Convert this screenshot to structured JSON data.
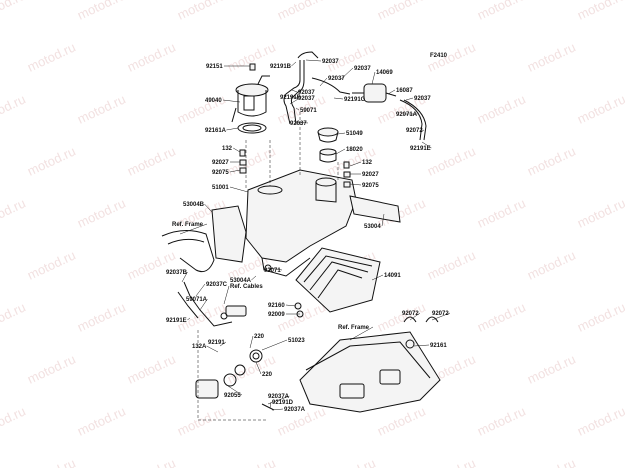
{
  "diagram_code": "F2410",
  "watermark_text": "motod.ru",
  "labels": [
    "92151",
    "92191B",
    "92037",
    "92037",
    "92037",
    "14069",
    "49040",
    "92037",
    "92037",
    "92191F",
    "92191G",
    "59071",
    "16087",
    "92037",
    "92161A",
    "92037",
    "51049",
    "92071A",
    "92072",
    "132",
    "18020",
    "92191E",
    "92027",
    "132",
    "92075",
    "92027",
    "51001",
    "92075",
    "53004B",
    "53004",
    "Ref. Frame",
    "92071",
    "14091",
    "53004A",
    "92037B",
    "92037C",
    "Ref. Cables",
    "59071A",
    "92160",
    "92009",
    "92191E",
    "Ref. Frame",
    "92072",
    "92072",
    "92191",
    "51023",
    "220",
    "132A",
    "92161",
    "220",
    "92055",
    "92037A",
    "92191D",
    "92037A"
  ]
}
